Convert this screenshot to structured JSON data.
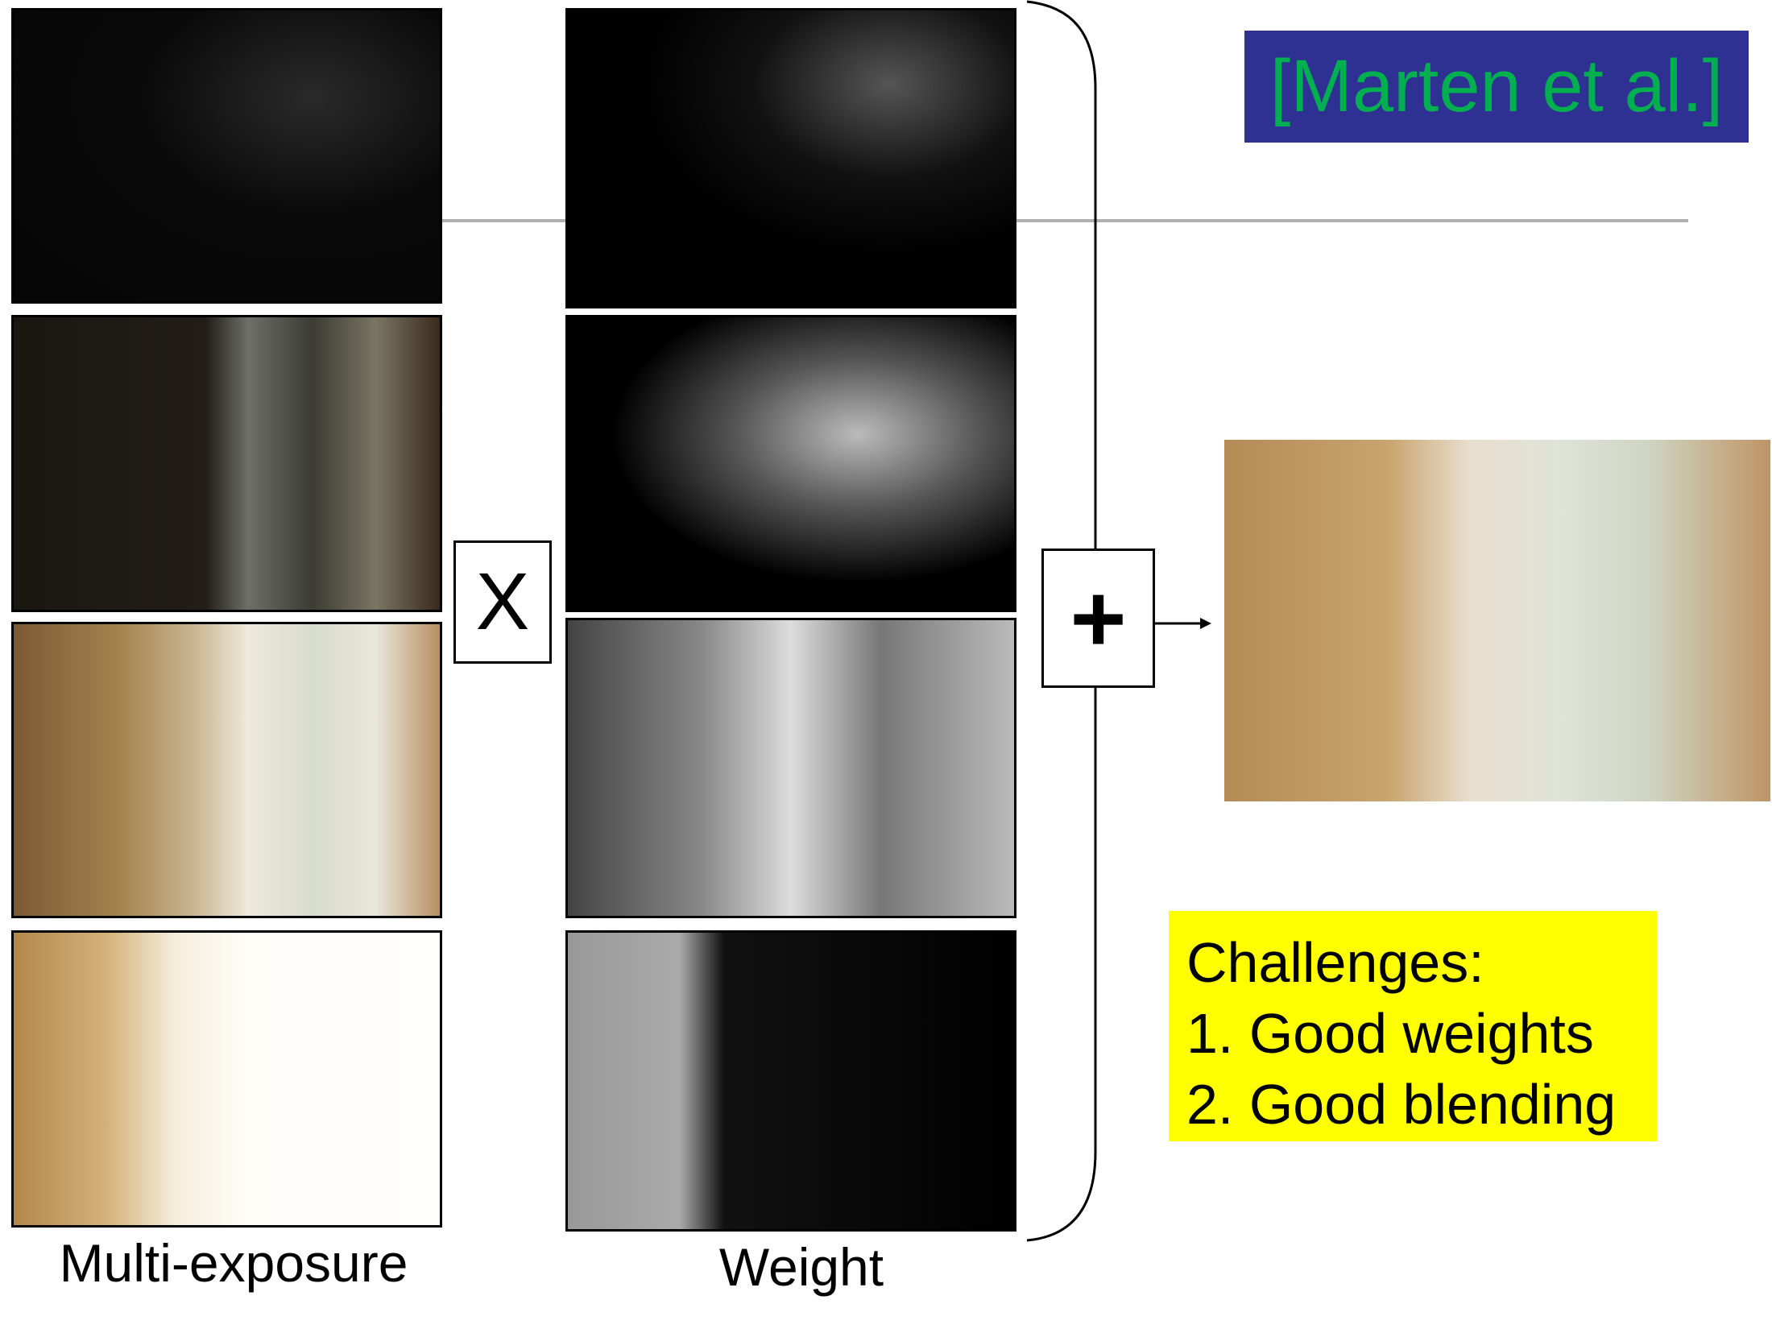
{
  "citation": "[Marten et al.]",
  "operators": {
    "multiply": "X",
    "add": "+"
  },
  "labels": {
    "multi_exposure": "Multi-exposure",
    "weight": "Weight"
  },
  "challenges": {
    "title": "Challenges:",
    "items": [
      "1. Good weights",
      "2. Good blending"
    ]
  },
  "colors": {
    "citation_bg": "#2e3192",
    "citation_text": "#00b050",
    "challenges_bg": "#ffff00"
  }
}
